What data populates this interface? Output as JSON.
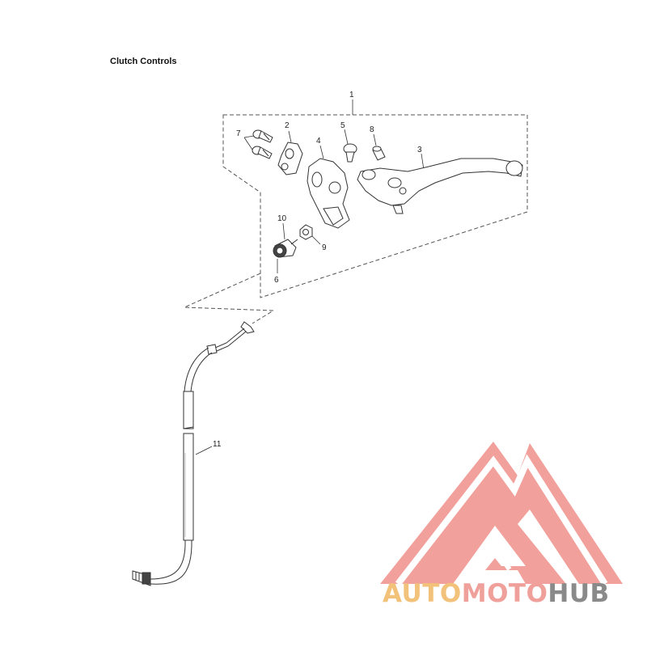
{
  "title": "Clutch Controls",
  "callouts": {
    "c1": "1",
    "c2": "2",
    "c3": "3",
    "c4": "4",
    "c5": "5",
    "c6": "6",
    "c7": "7",
    "c8": "8",
    "c9": "9",
    "c10": "10",
    "c11": "11"
  },
  "watermark": {
    "part1": "AUTO",
    "part2": "MOTO",
    "part3": "HUB",
    "color1": "#f3c27a",
    "color2": "#f0a09a",
    "color3": "#8a8a8a",
    "logo_color": "#f0908a"
  }
}
